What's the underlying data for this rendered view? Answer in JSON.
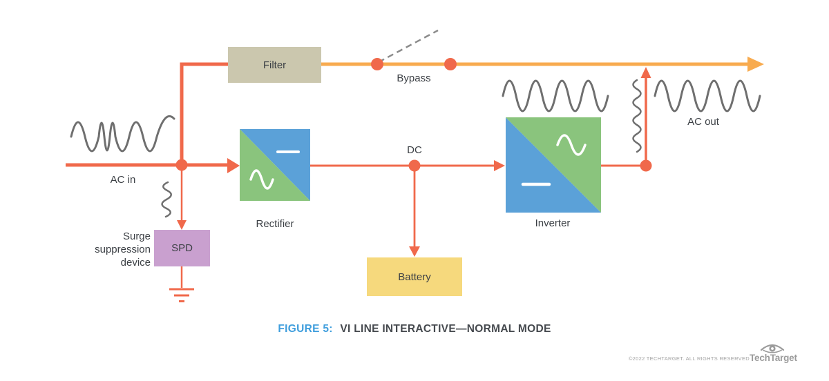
{
  "colors": {
    "red": "#f0694b",
    "amber": "#f8ab4f",
    "tan": "#cbc7ae",
    "yellow": "#f6d97d",
    "purple": "#c9a0cf",
    "blue": "#5ba1d8",
    "green": "#8ac47d",
    "wave": "#6f6f6f",
    "ink": "#3c4045",
    "dash": "#8b8b8b",
    "caption-blue": "#3f9edd",
    "caption-ink": "#45494e",
    "footer-gray": "#9b9b9b"
  },
  "diagram": {
    "boxes": {
      "filter": "Filter",
      "spd": "SPD",
      "battery": "Battery"
    },
    "labels": {
      "ac_in": "AC in",
      "bypass": "Bypass",
      "dc": "DC",
      "rectifier": "Rectifier",
      "inverter": "Inverter",
      "ac_out": "AC out",
      "surge": "Surge suppression device"
    }
  },
  "caption": {
    "prefix": "FIGURE 5:",
    "title": "VI LINE INTERACTIVE—NORMAL MODE"
  },
  "footer": {
    "copyright": "©2022 TECHTARGET. ALL RIGHTS RESERVED",
    "logo": "TechTarget"
  }
}
